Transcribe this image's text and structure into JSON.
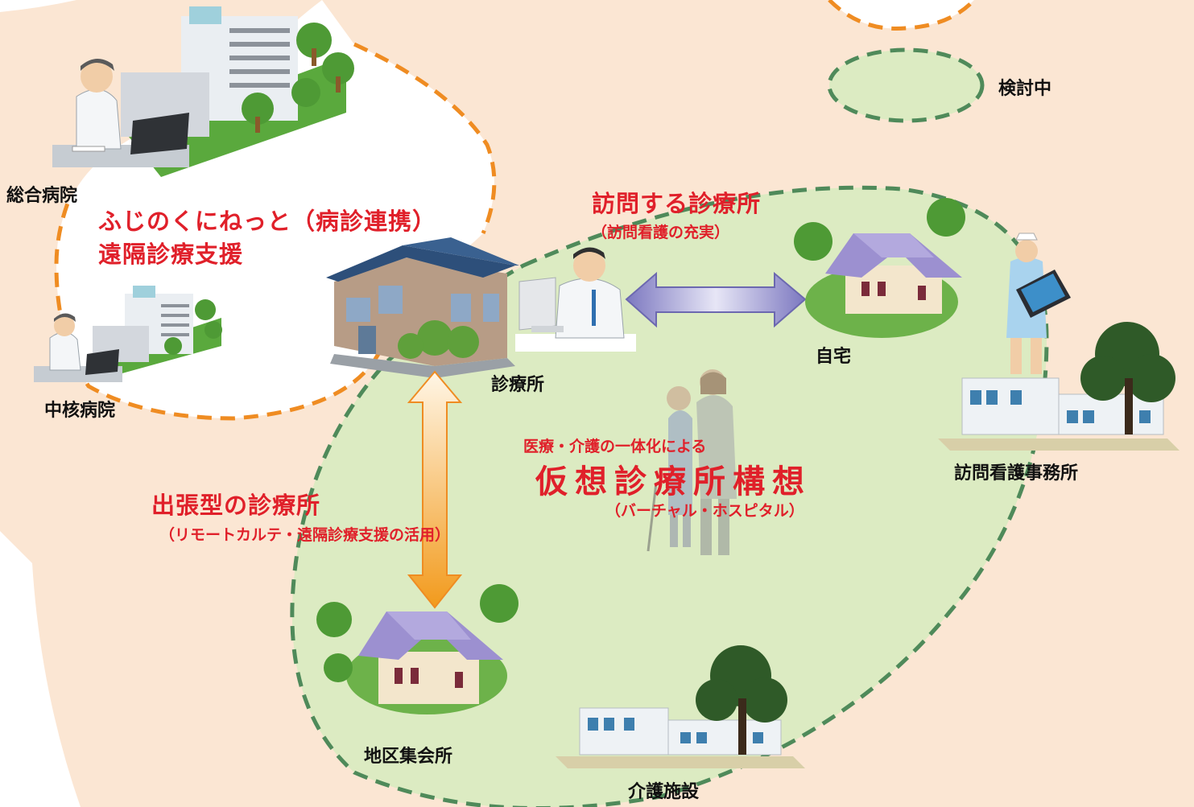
{
  "colors": {
    "region_fill": "#fbe6d3",
    "community_fill": "#dcebc2",
    "orange_dash": "#ef8c22",
    "green_dash": "#4f8a5a",
    "red_text": "#e0202a",
    "arrow_purple": "#8a86c6",
    "arrow_orange": "#f2a12c"
  },
  "icons": [
    "hospital-doctor",
    "house",
    "clinic-building",
    "doctor-at-pc",
    "nurse-with-tablet",
    "care-facility",
    "elderly-couple"
  ],
  "legend": {
    "label": "検討中"
  },
  "hospital_area": {
    "general_hospital": "総合病院",
    "core_hospital": "中核病院",
    "title_line1": "ふじのくにねっと（病診連携）",
    "title_line2": "遠隔診療支援"
  },
  "clinic": {
    "label": "診療所"
  },
  "visiting": {
    "title": "訪問する診療所",
    "subtitle": "（訪問看護の充実）",
    "home_label": "自宅"
  },
  "concept": {
    "intro": "医療・介護の一体化による",
    "title": "仮想診療所構想",
    "subtitle": "（バーチャル・ホスピタル）"
  },
  "nursing_office": {
    "label": "訪問看護事務所"
  },
  "remote": {
    "title": "出張型の診療所",
    "subtitle": "（リモートカルテ・遠隔診療支援の活用）"
  },
  "community_hall": {
    "label": "地区集会所"
  },
  "care_facility": {
    "label": "介護施設"
  }
}
